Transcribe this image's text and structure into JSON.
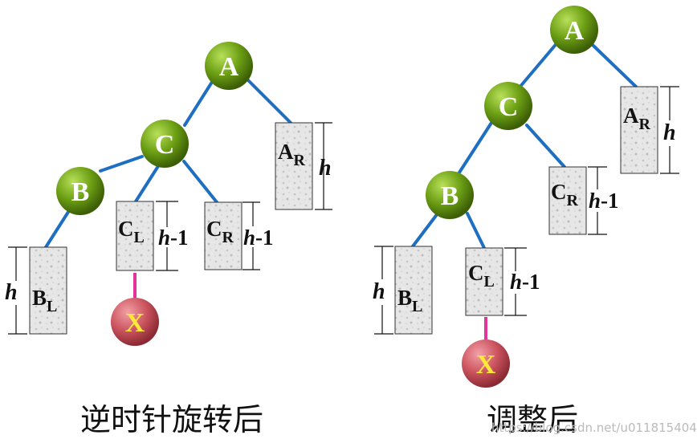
{
  "diagram": {
    "node_labels": {
      "A": "A",
      "B": "B",
      "C": "C",
      "X": "X"
    },
    "subtree_labels": {
      "AR": {
        "main": "A",
        "sub": "R"
      },
      "BL": {
        "main": "B",
        "sub": "L"
      },
      "CL": {
        "main": "C",
        "sub": "L"
      },
      "CR": {
        "main": "C",
        "sub": "R"
      }
    },
    "heights": {
      "h": "h",
      "h_minus_1": "-1"
    },
    "captions": {
      "left": "逆时针旋转后",
      "right": "调整后"
    },
    "watermark": "https://blog.csdn.net/u011815404",
    "colors": {
      "edge": "#1e6fc2",
      "pink_edge": "#e0359a",
      "node_green": "#5a8a12",
      "node_red": "#c8545e",
      "x_text": "#ffe83a"
    }
  }
}
